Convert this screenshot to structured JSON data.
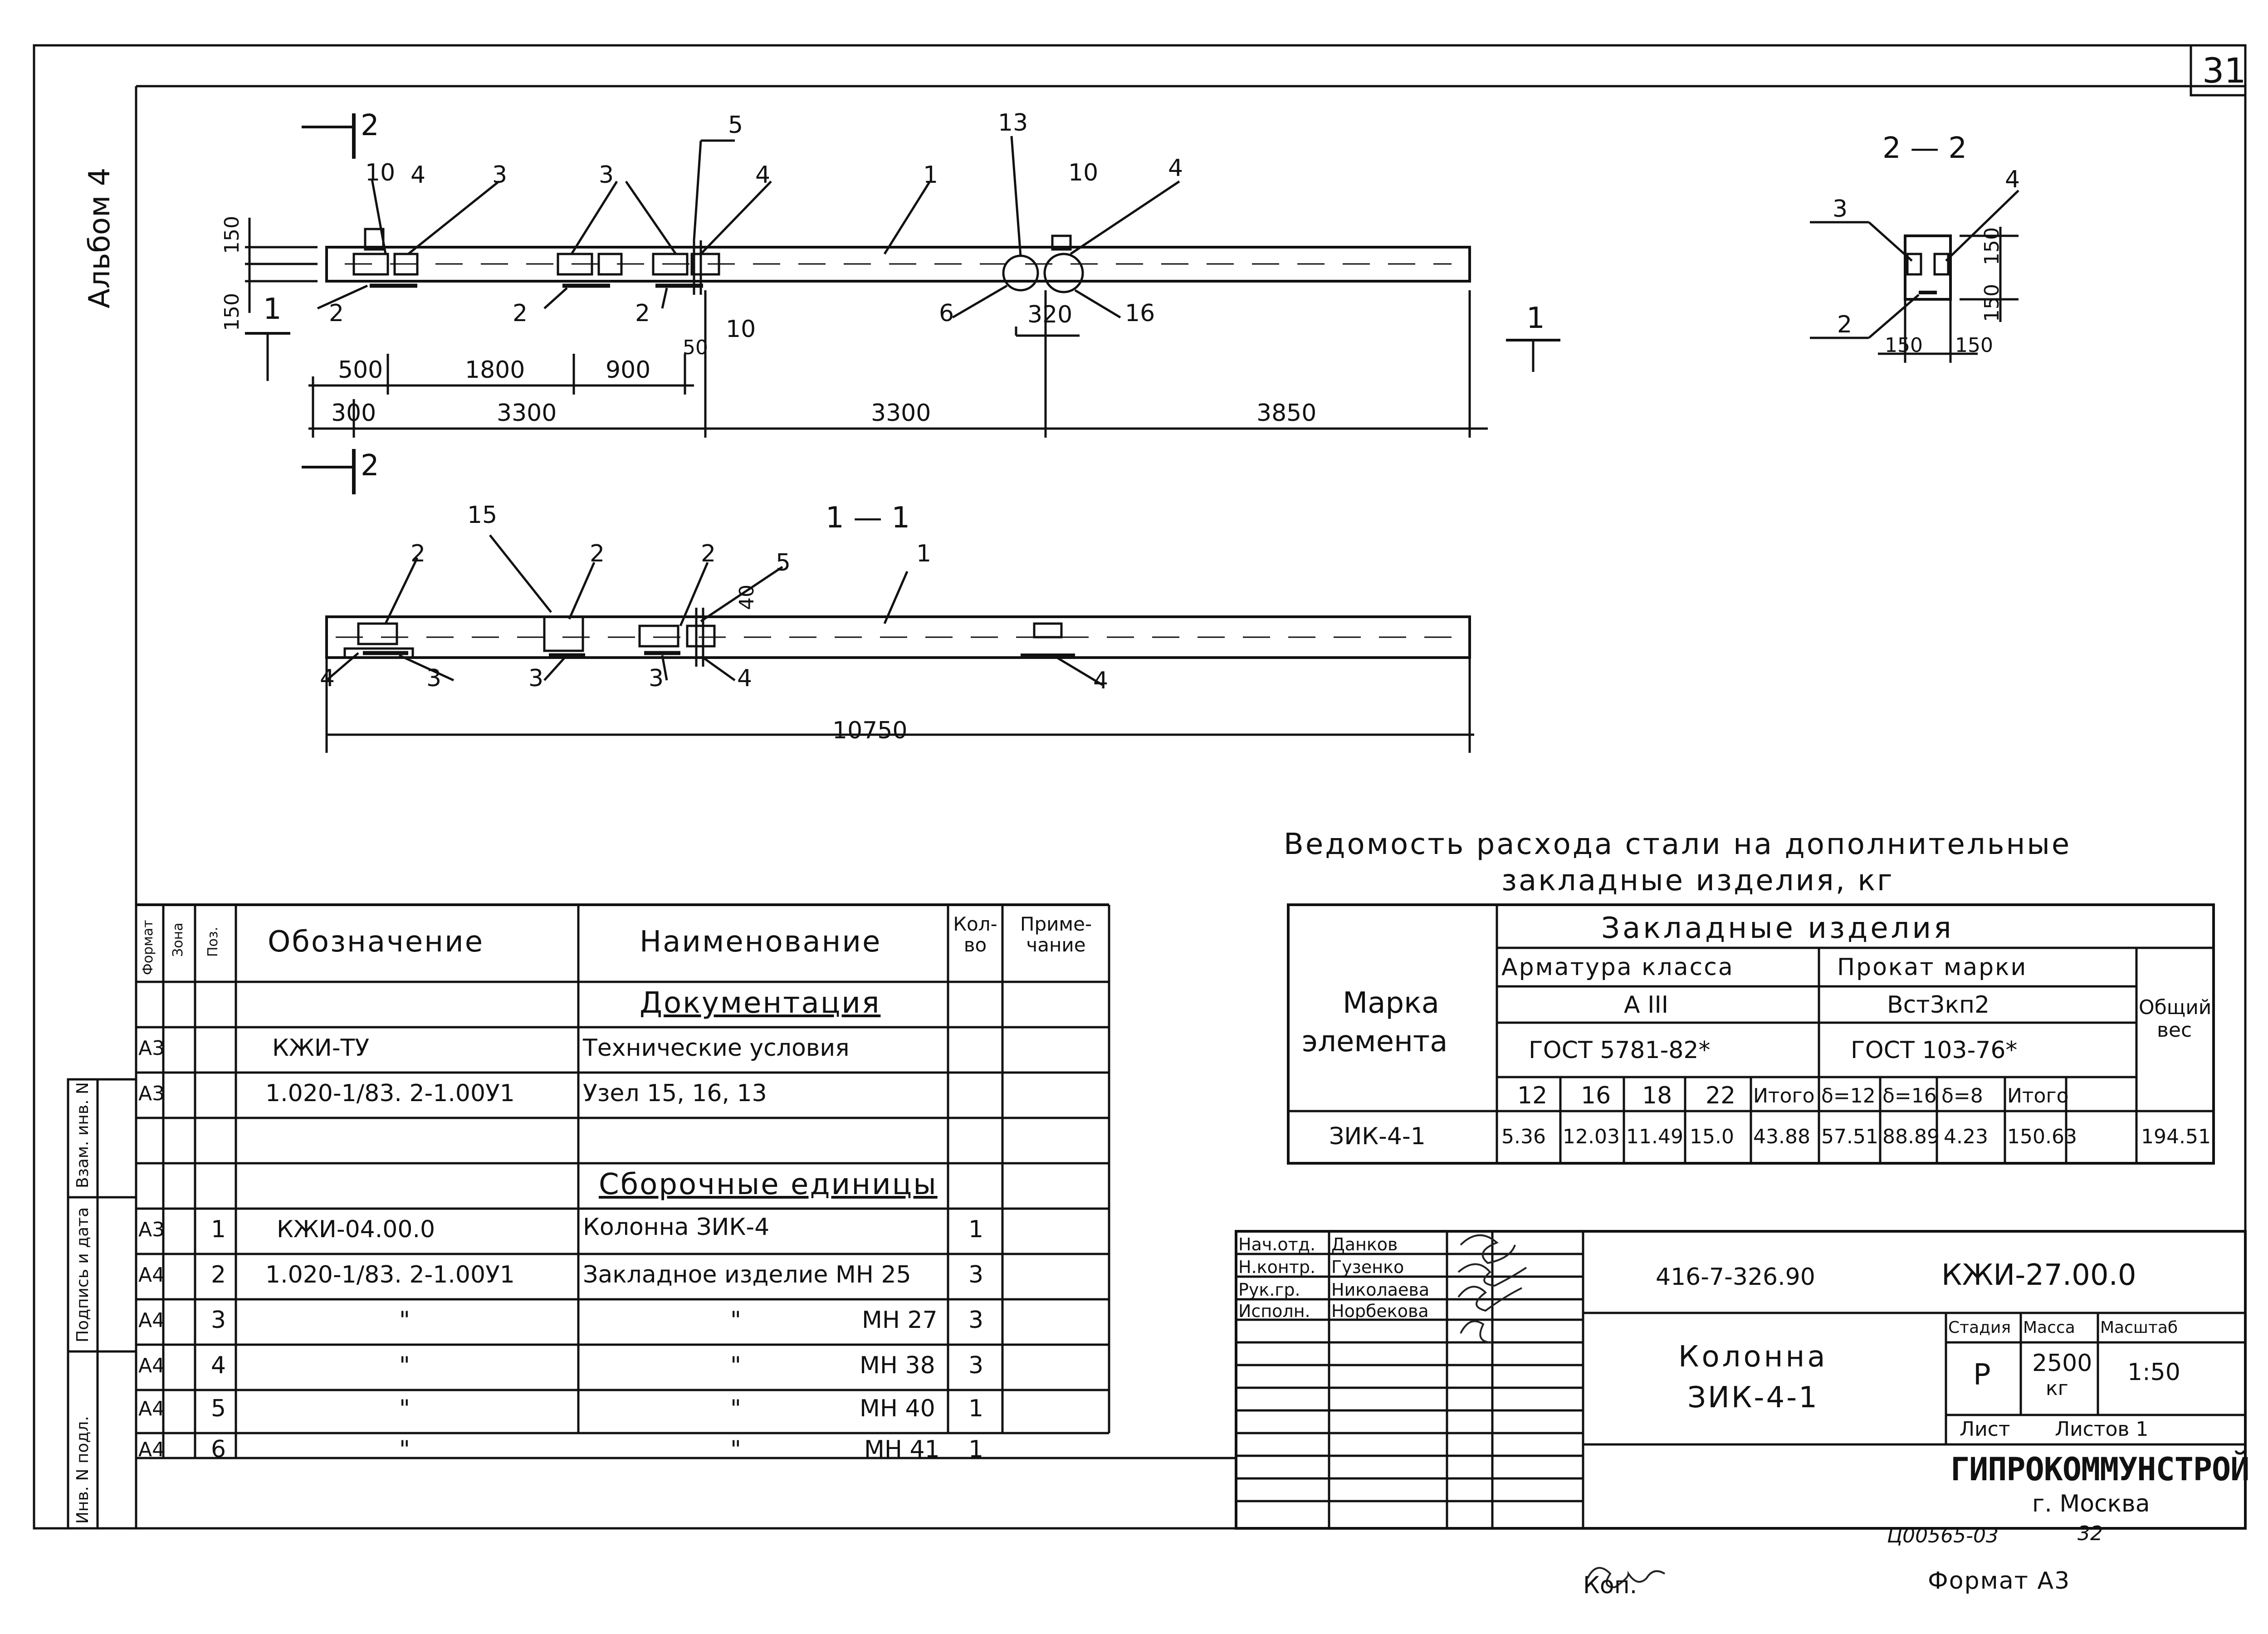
{
  "sheet": {
    "number": "31",
    "album": "Альбом 4",
    "format_bottom": "Формат А3",
    "copy_label": "Коп.",
    "archive_code": "Ц00565-03",
    "archive_page": "32"
  },
  "elevation": {
    "section_mark": "2",
    "callouts": {
      "c5": "5",
      "c13": "13",
      "c4a": "4",
      "c3a": "3",
      "c3b": "3",
      "c4b": "4",
      "c1": "1",
      "c4c": "4",
      "c10a": "10",
      "c10b": "10"
    },
    "lower_callouts": {
      "c2a": "2",
      "c2b": "2",
      "c2c": "2",
      "c6": "6",
      "c16": "16",
      "c10c": "10",
      "c50": "50",
      "c320": "320"
    },
    "dims_left": {
      "d150a": "150",
      "d150b": "150"
    },
    "section_1": "1",
    "dim_row1": [
      "500",
      "1800",
      "900"
    ],
    "dim_row2": [
      "300",
      "3300",
      "3300",
      "3850"
    ]
  },
  "section_11": {
    "title": "1 — 1",
    "callouts_top": {
      "c15": "15",
      "c2a": "2",
      "c2b": "2",
      "c2c": "2",
      "c5": "5",
      "c1": "1",
      "c40": "40"
    },
    "callouts_bottom": {
      "c4a": "4",
      "c3a": "3",
      "c3b": "3",
      "c3c": "3",
      "c4b": "4",
      "c4c": "4"
    },
    "overall": "10750"
  },
  "section_22": {
    "title": "2 — 2",
    "c3": "3",
    "c4": "4",
    "c2": "2",
    "d150a": "150",
    "d150b": "150",
    "d150c": "150",
    "d150d": "150"
  },
  "steel_table": {
    "title_line1": "Ведомость расхода стали на дополнительные",
    "title_line2": "закладные изделия, кг",
    "group_header": "Закладные изделия",
    "mark_header_1": "Марка",
    "mark_header_2": "элемента",
    "rebar_class_label": "Арматура класса",
    "rebar_class": "А III",
    "rebar_gost": "ГОСТ 5781-82*",
    "rolled_label": "Прокат марки",
    "rolled_grade": "Вст3кп2",
    "rolled_gost": "ГОСТ 103-76*",
    "total_weight_1": "Общий",
    "total_weight_2": "вес",
    "columns": [
      "12",
      "16",
      "18",
      "22",
      "Итого",
      "δ=12",
      "δ=16",
      "δ=8",
      "Итого",
      ""
    ],
    "row": {
      "mark": "ЗИК-4-1",
      "values": [
        "5.36",
        "12.03",
        "11.49",
        "15.0",
        "43.88",
        "57.51",
        "88.89",
        "4.23",
        "150.63",
        "",
        "194.51"
      ]
    }
  },
  "spec_table": {
    "headers": {
      "format": "Формат",
      "zone": "Зона",
      "pos": "Поз.",
      "designation": "Обозначение",
      "name": "Наименование",
      "qty": "Кол-во",
      "note": "Приме-чание"
    },
    "rows": [
      {
        "format": "",
        "pos": "",
        "designation": "",
        "name": "Документация",
        "qty": "",
        "section": true
      },
      {
        "format": "А3",
        "pos": "",
        "designation": "КЖИ-ТУ",
        "name": "Технические условия",
        "qty": ""
      },
      {
        "format": "А3",
        "pos": "",
        "designation": "1.020-1/83. 2-1.00У1",
        "name": "Узел 15, 16, 13",
        "qty": ""
      },
      {
        "format": "",
        "pos": "",
        "designation": "",
        "name": "",
        "qty": ""
      },
      {
        "format": "",
        "pos": "",
        "designation": "",
        "name": "Сборочные единицы",
        "qty": "",
        "section": true
      },
      {
        "format": "А3",
        "pos": "1",
        "designation": "КЖИ-04.00.0",
        "name": "Колонна ЗИК-4",
        "qty": "1"
      },
      {
        "format": "А4",
        "pos": "2",
        "designation": "1.020-1/83. 2-1.00У1",
        "name": "Закладное изделие МН 25",
        "qty": "3"
      },
      {
        "format": "А4",
        "pos": "3",
        "designation": "\"",
        "name": "\"",
        "name_right": "МН 27",
        "qty": "3"
      },
      {
        "format": "А4",
        "pos": "4",
        "designation": "\"",
        "name": "\"",
        "name_right": "МН 38",
        "qty": "3"
      },
      {
        "format": "А4",
        "pos": "5",
        "designation": "\"",
        "name": "\"",
        "name_right": "МН 40",
        "qty": "1"
      },
      {
        "format": "А4",
        "pos": "6",
        "designation": "\"",
        "name": "\"",
        "name_right": "МН 41",
        "qty": "1"
      }
    ]
  },
  "side_strip": [
    "Инв. N подл.",
    "Подпись и дата",
    "Взам. инв. N"
  ],
  "title_block": {
    "signers": [
      {
        "role": "Нач.отд.",
        "name": "Данков"
      },
      {
        "role": "Н.контр.",
        "name": "Гузенко"
      },
      {
        "role": "Рук.гр.",
        "name": "Николаева"
      },
      {
        "role": "Исполн.",
        "name": "Норбекова"
      }
    ],
    "project": "416-7-326.90",
    "code": "КЖИ-27.00.0",
    "object_1": "Колонна",
    "object_2": "ЗИК-4-1",
    "stage_label": "Стадия",
    "mass_label": "Масса",
    "scale_label": "Масштаб",
    "stage": "Р",
    "mass": "2500",
    "mass_unit": "кг",
    "scale": "1:50",
    "sheet_label": "Лист",
    "sheets_label": "Листов 1",
    "org": "ГИПРОКОММУНСТРОЙ",
    "city": "г. Москва"
  }
}
